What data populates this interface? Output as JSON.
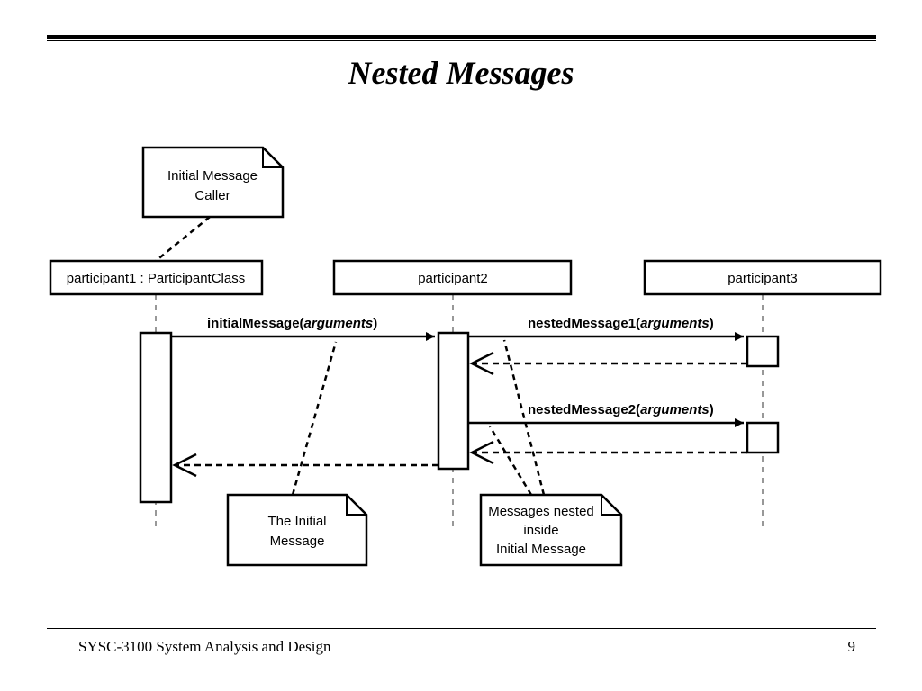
{
  "slide": {
    "title": "Nested Messages",
    "footer_course": "SYSC-3100  System Analysis and Design",
    "page_number": "9"
  },
  "diagram": {
    "participants": [
      {
        "label": "participant1 : ParticipantClass"
      },
      {
        "label": "participant2"
      },
      {
        "label": "participant3"
      }
    ],
    "messages": [
      {
        "name": "initialMessage(",
        "args": "arguments",
        "close": ")"
      },
      {
        "name": "nestedMessage1(",
        "args": "arguments",
        "close": ")"
      },
      {
        "name": "nestedMessage2(",
        "args": "arguments",
        "close": ")"
      }
    ],
    "notes": {
      "caller": [
        "Initial Message",
        "Caller"
      ],
      "initial": [
        "The Initial",
        "Message"
      ],
      "nested": [
        "Messages nested",
        "inside",
        "Initial Message"
      ]
    }
  }
}
